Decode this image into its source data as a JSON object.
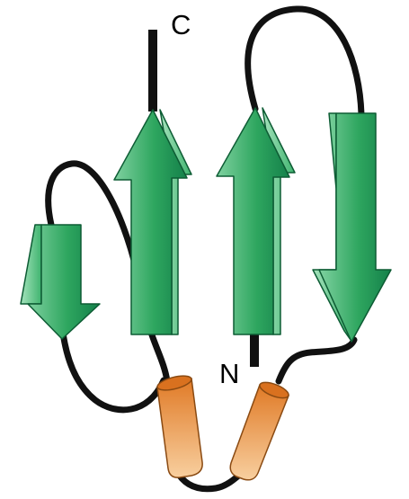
{
  "diagram": {
    "labels": {
      "c_terminus": "C",
      "n_terminus": "N"
    },
    "colors": {
      "strand_light": "#7fd1a0",
      "strand_mid": "#2ea65f",
      "strand_dark": "#14804a",
      "strand_edge": "#0d5c34",
      "helix_light": "#f7c79a",
      "helix_dark": "#e07a26",
      "helix_edge": "#8a4a12",
      "loop": "#111111"
    },
    "strands": [
      {
        "name": "beta-strand-1",
        "direction": "down"
      },
      {
        "name": "beta-strand-2",
        "direction": "up"
      },
      {
        "name": "beta-strand-3",
        "direction": "up"
      },
      {
        "name": "beta-strand-4",
        "direction": "down"
      }
    ],
    "helices": [
      {
        "name": "alpha-helix-1"
      },
      {
        "name": "alpha-helix-2"
      }
    ]
  }
}
